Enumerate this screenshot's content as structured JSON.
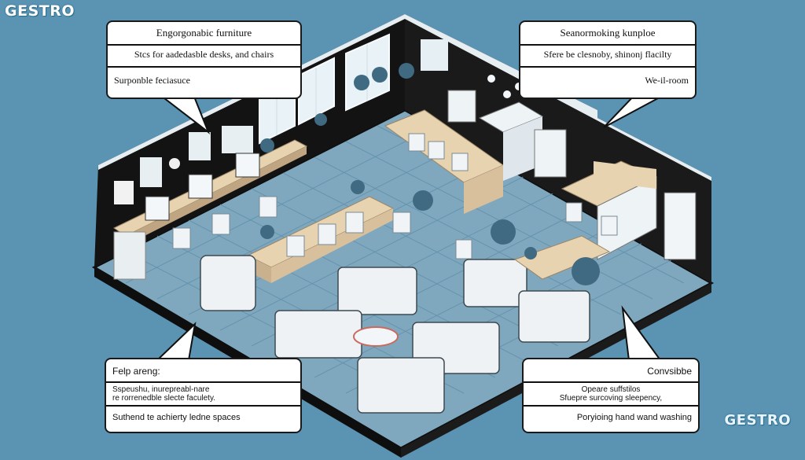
{
  "logos": {
    "top_left": "GESTRO",
    "bottom_right": "GESTRO"
  },
  "callouts": {
    "top_left": {
      "title": "Engorgonabic furniture",
      "line1": "Stcs for aadedasble desks, and chairs",
      "line2": "Surponble feciasuce"
    },
    "top_right": {
      "title": "Seanormoking kunploe",
      "line1": "Sfere be clesnoby, shinonj flacilty",
      "line2": "We-il-room"
    },
    "bottom_left": {
      "title": "Felp areng:",
      "line1": "Sspeushu, inurepreabl-nare",
      "line2": "re rorrenedble slecte faculety.",
      "line3": "Suthend te achierty ledne spaces"
    },
    "bottom_right": {
      "title": "Convsibbe",
      "line1": "Opeare suffstilos",
      "line2": "Sfuepre surcoving sleepency,",
      "line3": "Poryioing hand wand washing"
    }
  },
  "colors": {
    "background": "#5b93b3",
    "wall": "#111111",
    "floor": "#7fa8bf",
    "floor_grid": "#5e8aa3",
    "desk": "#e8d3b0",
    "furniture": "#e9eef1",
    "plant": "#3f6a82"
  }
}
